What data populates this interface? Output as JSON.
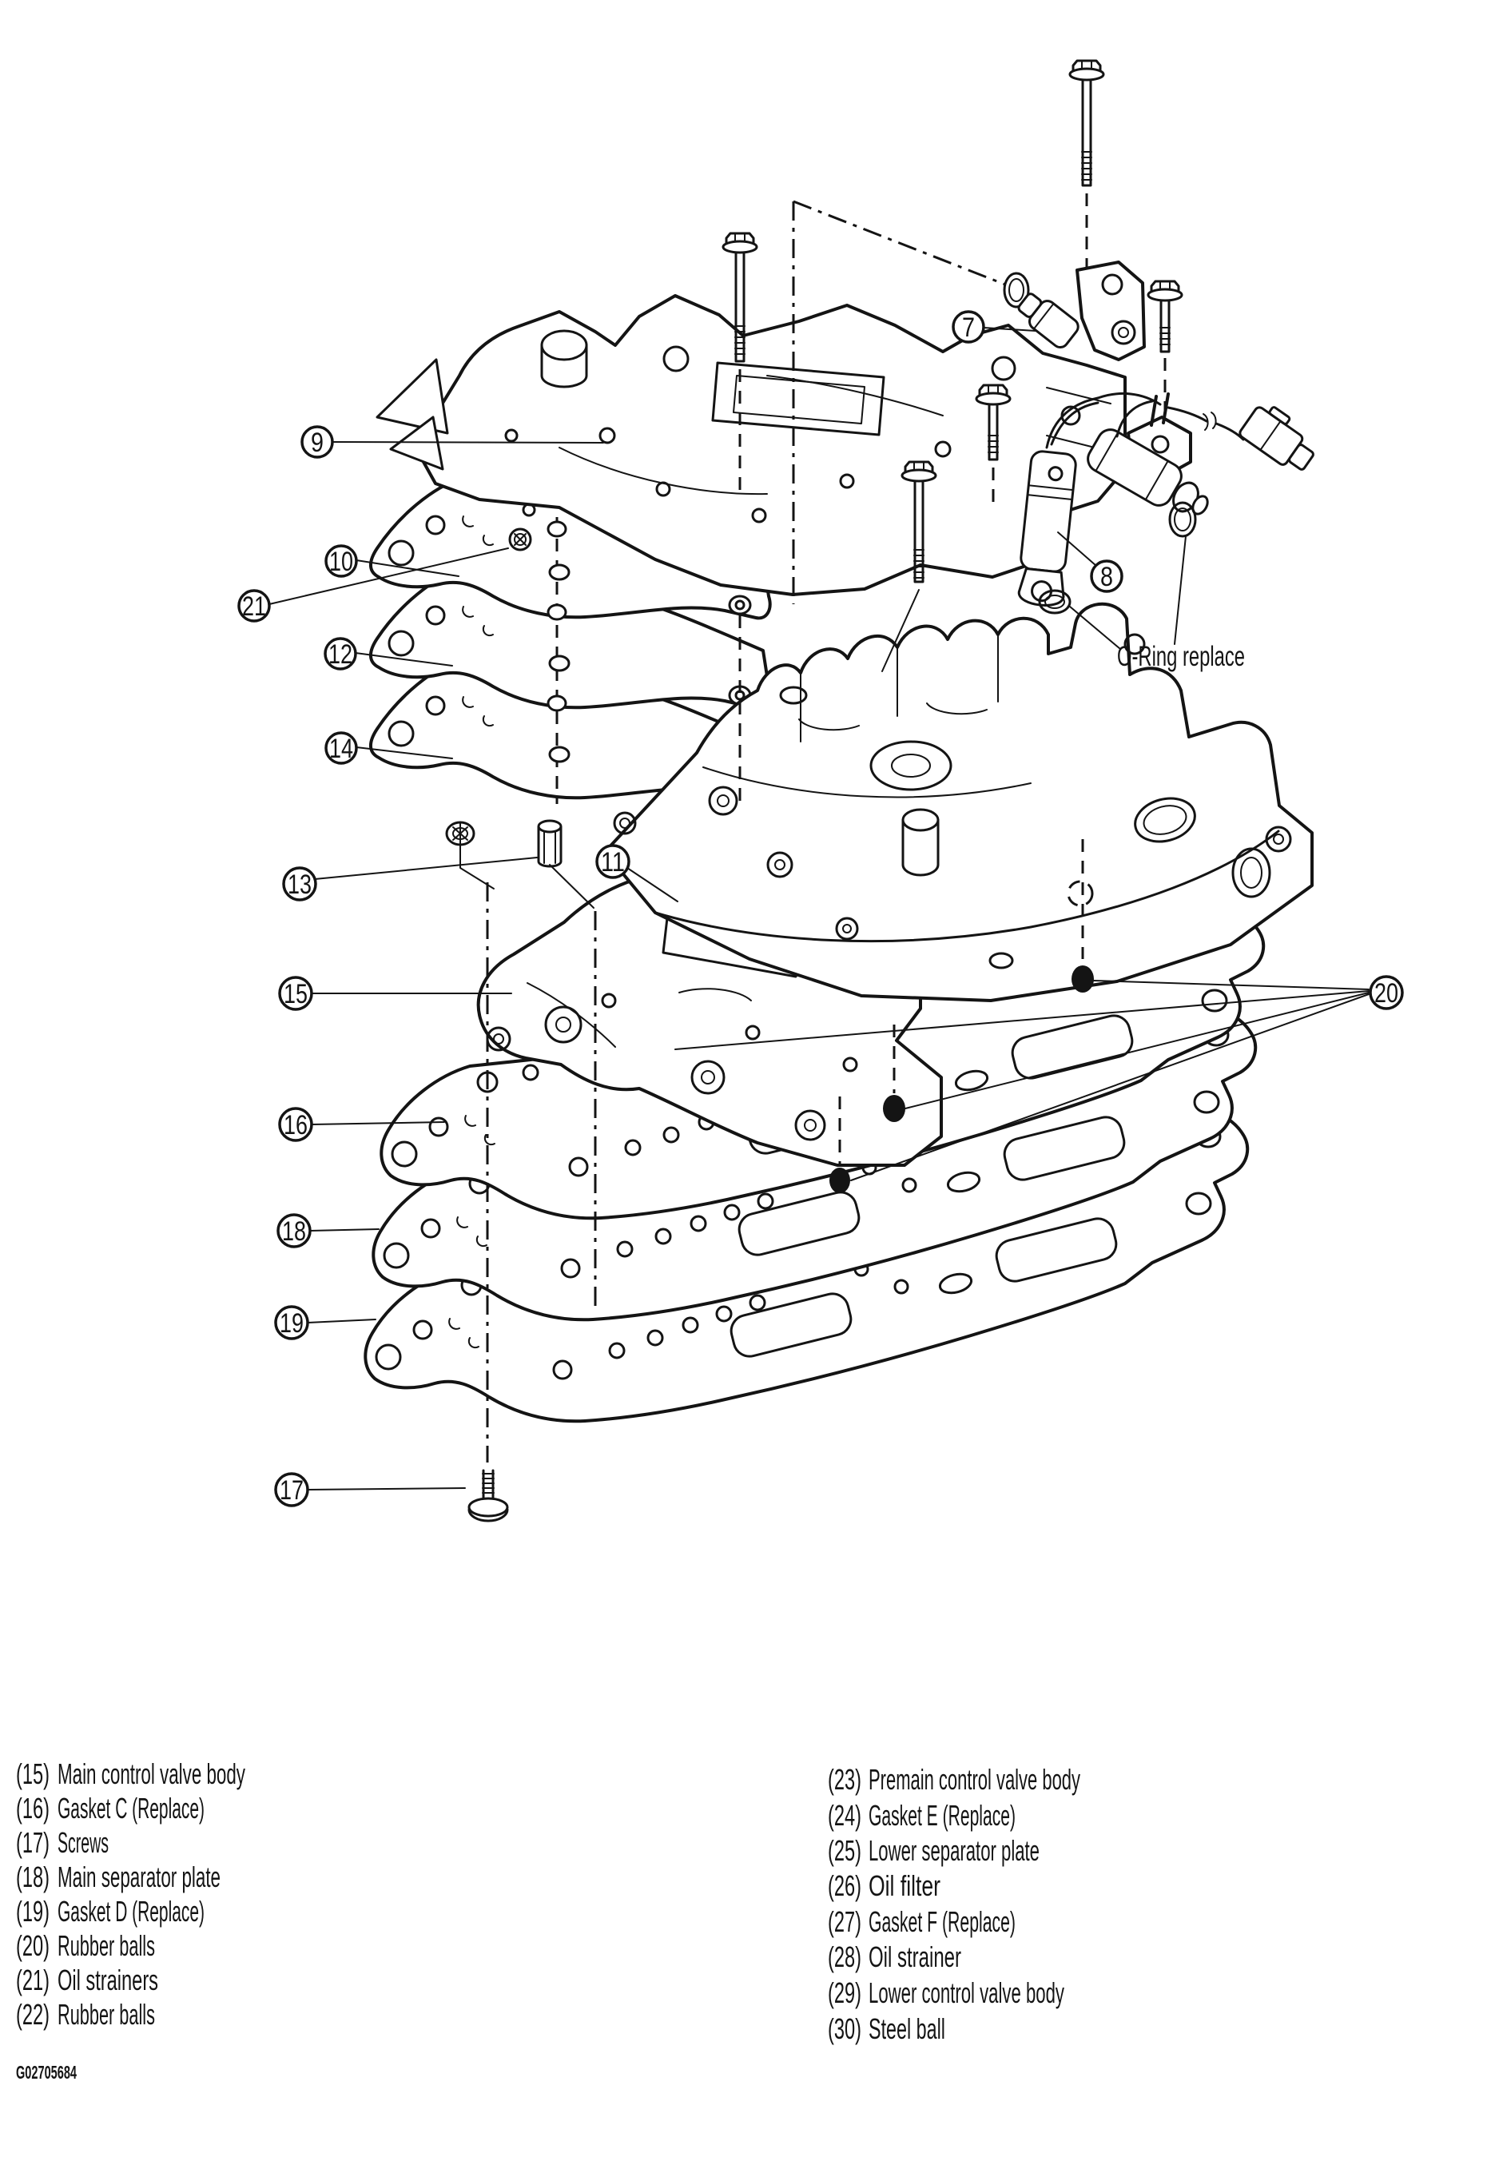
{
  "figure": {
    "code": "G02705684",
    "oring_note": "O-Ring replace",
    "callouts": [
      {
        "num": "7"
      },
      {
        "num": "8"
      },
      {
        "num": "9"
      },
      {
        "num": "10"
      },
      {
        "num": "11"
      },
      {
        "num": "12"
      },
      {
        "num": "13"
      },
      {
        "num": "14"
      },
      {
        "num": "15"
      },
      {
        "num": "16"
      },
      {
        "num": "17"
      },
      {
        "num": "18"
      },
      {
        "num": "19"
      },
      {
        "num": "20"
      },
      {
        "num": "21"
      }
    ],
    "legend": {
      "left": [
        {
          "num": "(15)",
          "label": "Main control valve body"
        },
        {
          "num": "(16)",
          "label": "Gasket C (Replace)"
        },
        {
          "num": "(17)",
          "label": "Screws"
        },
        {
          "num": "(18)",
          "label": "Main separator plate"
        },
        {
          "num": "(19)",
          "label": "Gasket D (Replace)"
        },
        {
          "num": "(20)",
          "label": "Rubber balls"
        },
        {
          "num": "(21)",
          "label": "Oil strainers"
        },
        {
          "num": "(22)",
          "label": "Rubber balls"
        }
      ],
      "right": [
        {
          "num": "(23)",
          "label": "Premain control valve body"
        },
        {
          "num": "(24)",
          "label": "Gasket E (Replace)"
        },
        {
          "num": "(25)",
          "label": "Lower separator plate"
        },
        {
          "num": "(26)",
          "label": "Oil filter"
        },
        {
          "num": "(27)",
          "label": "Gasket F (Replace)"
        },
        {
          "num": "(28)",
          "label": "Oil strainer"
        },
        {
          "num": "(29)",
          "label": "Lower control valve body"
        },
        {
          "num": "(30)",
          "label": "Steel ball"
        }
      ]
    }
  }
}
